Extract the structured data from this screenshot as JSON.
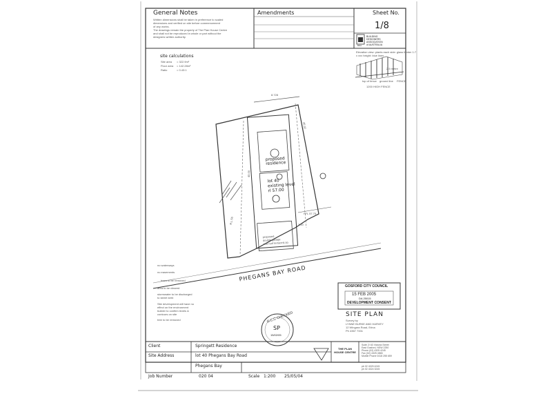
{
  "general_notes": {
    "heading": "General Notes",
    "lines": [
      "Written dimensions shall be taken in preference to scaled",
      "dimensions and verified on site before commencement",
      "of any works.",
      "The drawings remain the property of The Plan House Centre",
      "and shall not be reproduced in whole or part without the",
      "designers written authority."
    ]
  },
  "amendments": {
    "heading": "Amendments"
  },
  "sheet": {
    "heading": "Sheet No.",
    "number": "1/8"
  },
  "association": {
    "logo": "BDA",
    "lines": [
      "BUILDING",
      "DESIGNERS",
      "ASSOCIATION",
      "of AUSTRALIA"
    ]
  },
  "site_calculations": {
    "heading": "site calculations",
    "rows": [
      {
        "label": "Site area",
        "value": "= 322.9m²"
      },
      {
        "label": "Floor area",
        "value": "= 142.28m²"
      },
      {
        "label": "Ratio",
        "value": "= 0.43:1"
      }
    ]
  },
  "fence_detail": {
    "lines": [
      "Elevation view: plants each side: glass timber 1:7",
      "x xxx height: blue lines"
    ],
    "labels": [
      "2.5 metre",
      "top of fence",
      "ground line",
      "FENCE"
    ],
    "caption": "1200 HIGH FENCE"
  },
  "plan_labels": {
    "dimension_top": "8.728",
    "residence": [
      "proposed",
      "residence"
    ],
    "lot": [
      "lot 40",
      "existing level",
      "rl 57.00"
    ],
    "garage": [
      "proposed",
      "double garage",
      "and roof terrace"
    ],
    "side_dims": [
      "40.32",
      "40.00",
      "7.20",
      "6.00"
    ],
    "road": "PHEGANS BAY ROAD",
    "misc": [
      "R.L 56",
      "FFL 57.75"
    ]
  },
  "notes_left": [
    "no waterways",
    "no easements",
    "trees to be removed",
    "area to be cleared",
    "stormwater to be discharged",
    "to street kerb",
    "Site development will have no",
    "effect on the environment",
    "builder to confirm levels &",
    "contours on site",
    "tree to be removed"
  ],
  "consent_stamp": {
    "council": "GOSFORD CITY COUNCIL",
    "date": "15 FEB 2005",
    "sub": "DA 25015",
    "title": "DEVELOPMENT CONSENT"
  },
  "checked_stamp": {
    "text": "G.C.C CHECKED",
    "sign": "SP",
    "date": "15/02/05"
  },
  "site_plan": {
    "heading": "SITE PLAN",
    "survey": [
      "Survey by",
      "LYNNE BURKE AND HARVEY",
      "12 Wingara Road, Erina",
      "Ph 4367 7331"
    ]
  },
  "title_block": {
    "client_label": "Client",
    "client_value": "Springett Residence",
    "site_label": "Site Address",
    "site_value_1": "lot 40 Phegans Bay Road",
    "site_value_2": "Phegans Bay",
    "job_label": "Job Number",
    "job_value": "020 04",
    "scale_label": "Scale",
    "scale_value": "1:200",
    "date_value": "25/05/04",
    "company_logo": "THE PLAN HOUSE CENTRE",
    "contact": [
      "Suite 2/ 63 Victoria Street",
      "East Gosford, NSW 2250",
      "Phone (02) 4325 4245",
      "Fax (02) 4325 4565",
      "Mobile Phone 0418 255 659",
      "pb 02 4325 4245",
      "ph 02 4324 3245"
    ]
  }
}
